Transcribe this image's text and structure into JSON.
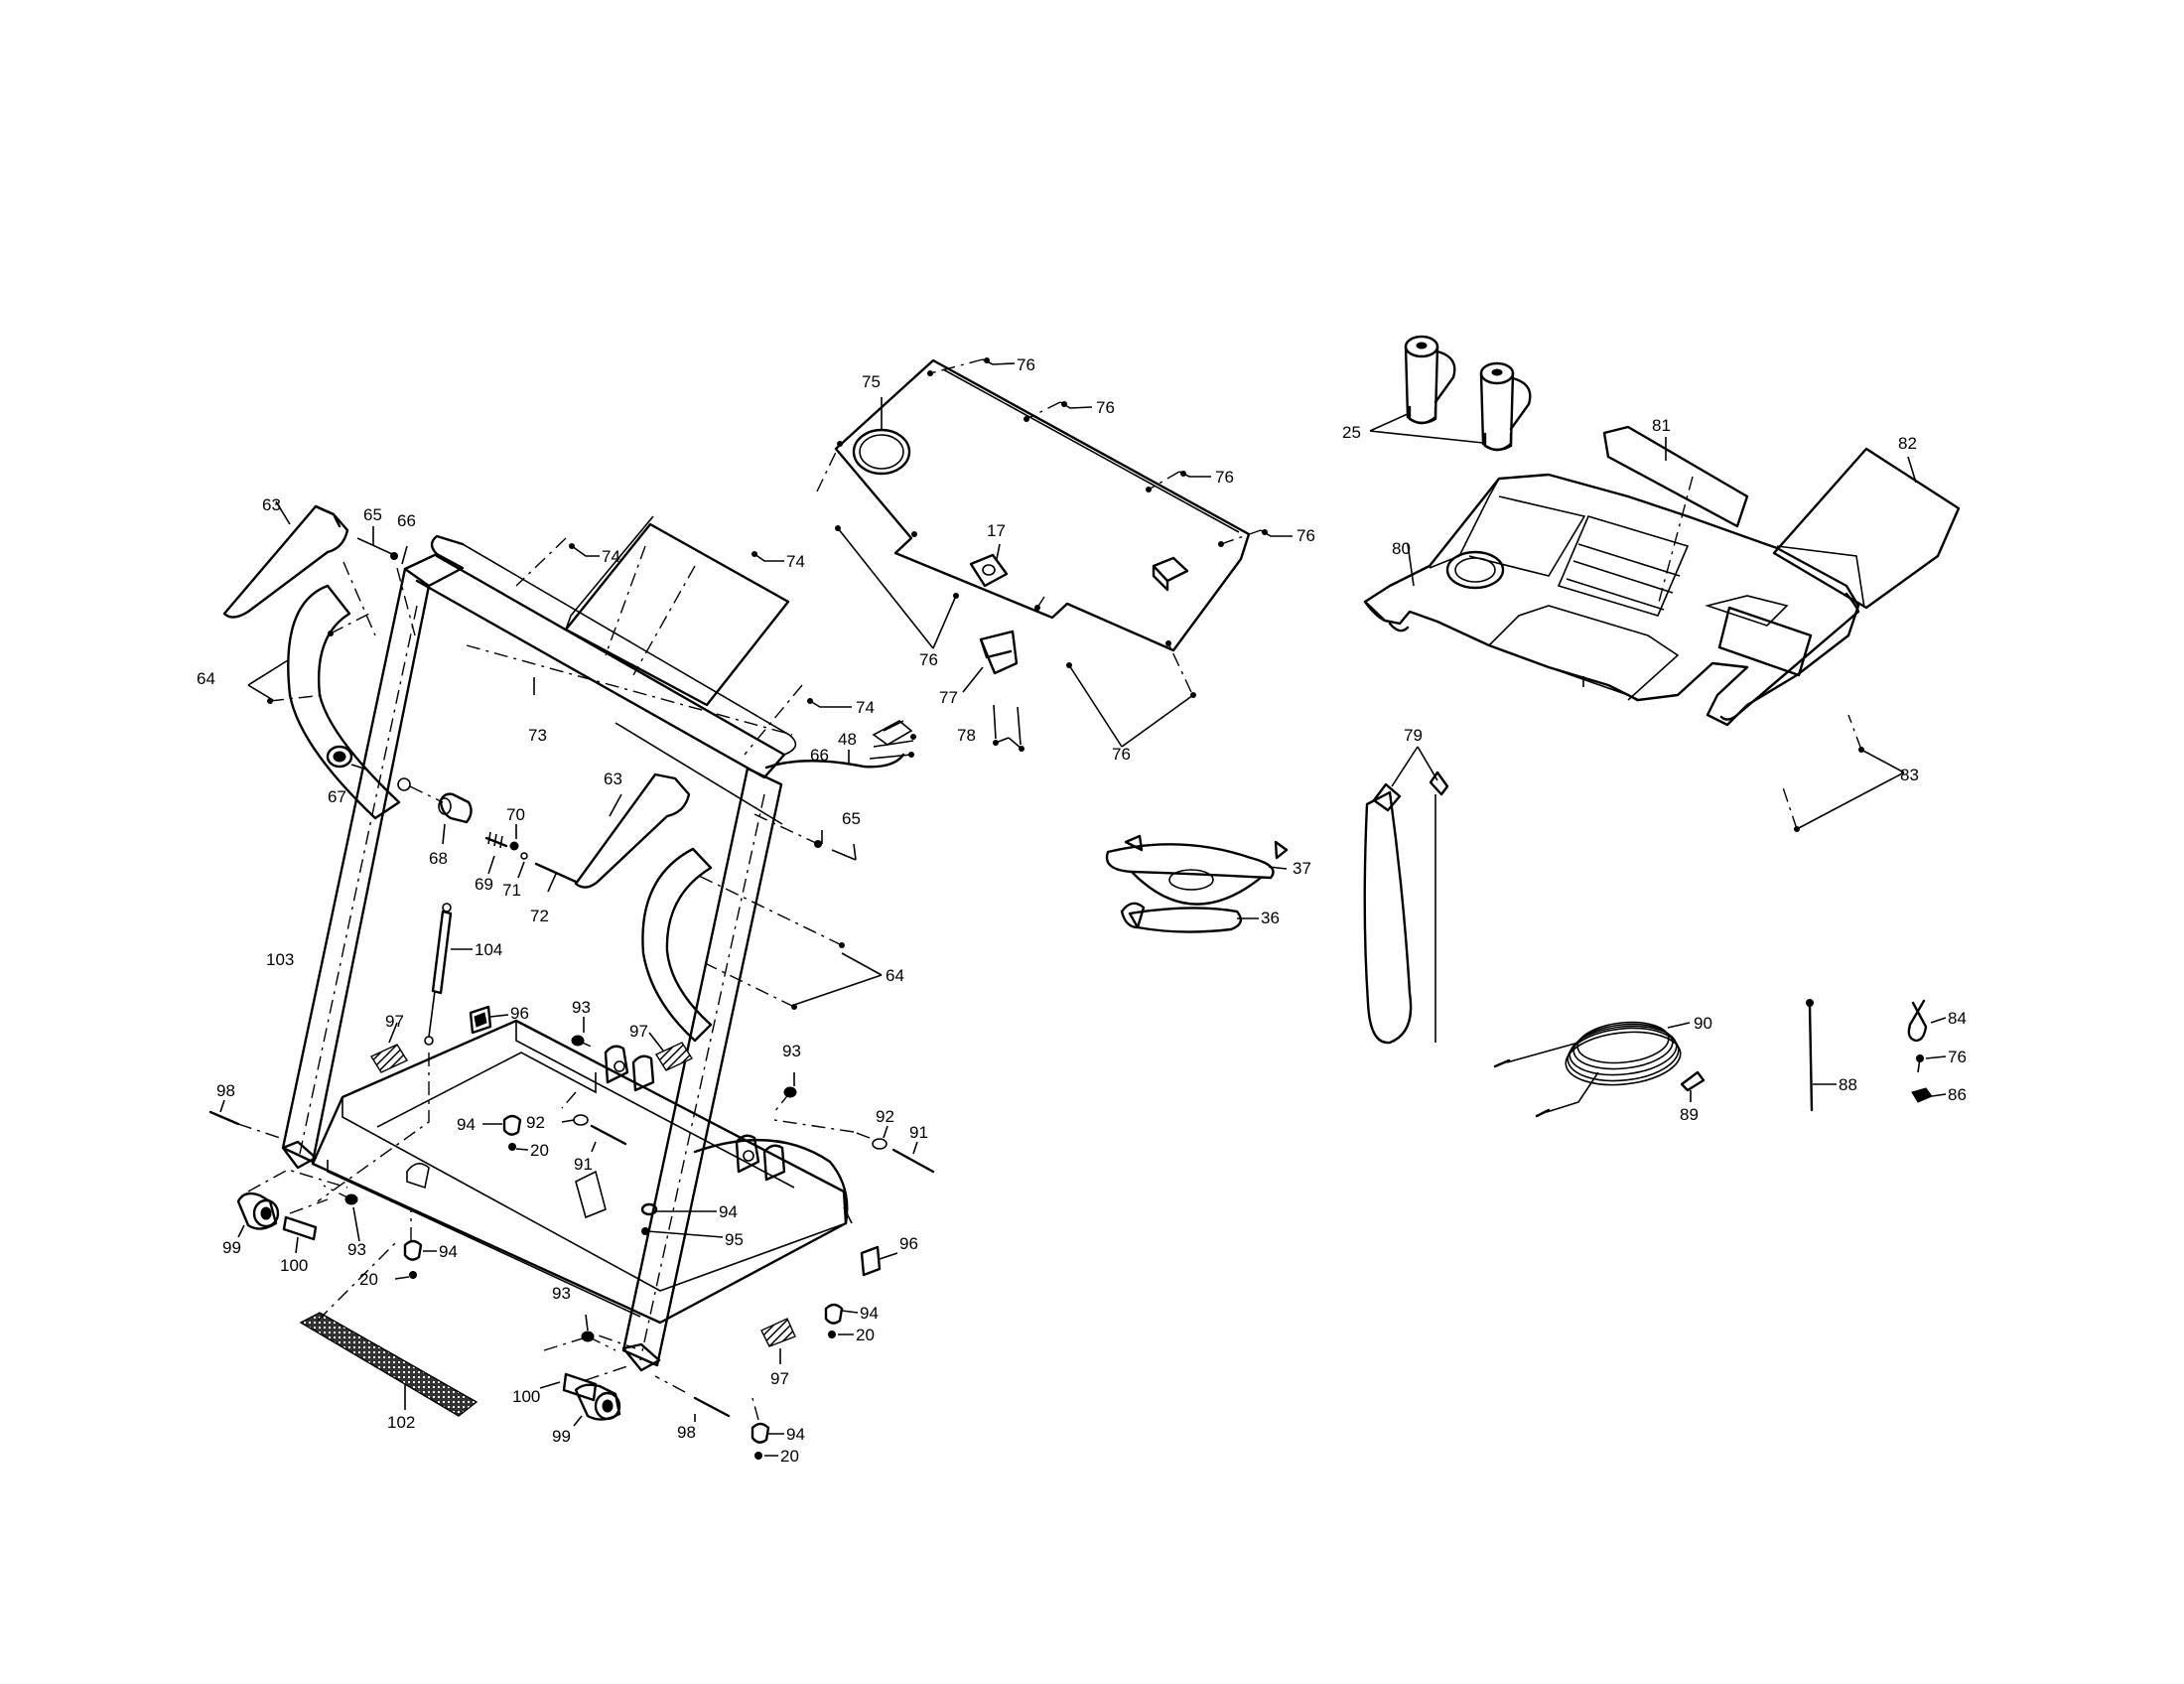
{
  "callouts": [
    {
      "id": "c76a",
      "text": "76"
    },
    {
      "id": "c76b",
      "text": "76"
    },
    {
      "id": "c76c",
      "text": "76"
    },
    {
      "id": "c76d",
      "text": "76"
    },
    {
      "id": "c76e",
      "text": "76"
    },
    {
      "id": "c76f",
      "text": "76"
    },
    {
      "id": "c76g",
      "text": "76"
    },
    {
      "id": "c75",
      "text": "75"
    },
    {
      "id": "c17",
      "text": "17"
    },
    {
      "id": "c77",
      "text": "77"
    },
    {
      "id": "c78",
      "text": "78"
    },
    {
      "id": "c25",
      "text": "25"
    },
    {
      "id": "c81",
      "text": "81"
    },
    {
      "id": "c82",
      "text": "82"
    },
    {
      "id": "c80",
      "text": "80"
    },
    {
      "id": "c83",
      "text": "83"
    },
    {
      "id": "c79",
      "text": "79"
    },
    {
      "id": "c37",
      "text": "37"
    },
    {
      "id": "c36",
      "text": "36"
    },
    {
      "id": "c90",
      "text": "90"
    },
    {
      "id": "c89",
      "text": "89"
    },
    {
      "id": "c88",
      "text": "88"
    },
    {
      "id": "c84",
      "text": "84"
    },
    {
      "id": "c86",
      "text": "86"
    },
    {
      "id": "c63a",
      "text": "63"
    },
    {
      "id": "c63b",
      "text": "63"
    },
    {
      "id": "c65a",
      "text": "65"
    },
    {
      "id": "c65b",
      "text": "65"
    },
    {
      "id": "c66a",
      "text": "66"
    },
    {
      "id": "c66b",
      "text": "66"
    },
    {
      "id": "c64a",
      "text": "64"
    },
    {
      "id": "c64b",
      "text": "64"
    },
    {
      "id": "c74a",
      "text": "74"
    },
    {
      "id": "c74b",
      "text": "74"
    },
    {
      "id": "c74c",
      "text": "74"
    },
    {
      "id": "c73",
      "text": "73"
    },
    {
      "id": "c48",
      "text": "48"
    },
    {
      "id": "c67",
      "text": "67"
    },
    {
      "id": "c68",
      "text": "68"
    },
    {
      "id": "c69",
      "text": "69"
    },
    {
      "id": "c70",
      "text": "70"
    },
    {
      "id": "c71",
      "text": "71"
    },
    {
      "id": "c72",
      "text": "72"
    },
    {
      "id": "c103",
      "text": "103"
    },
    {
      "id": "c104",
      "text": "104"
    },
    {
      "id": "c97a",
      "text": "97"
    },
    {
      "id": "c97b",
      "text": "97"
    },
    {
      "id": "c97c",
      "text": "97"
    },
    {
      "id": "c96a",
      "text": "96"
    },
    {
      "id": "c96b",
      "text": "96"
    },
    {
      "id": "c93a",
      "text": "93"
    },
    {
      "id": "c93b",
      "text": "93"
    },
    {
      "id": "c93c",
      "text": "93"
    },
    {
      "id": "c93d",
      "text": "93"
    },
    {
      "id": "c98a",
      "text": "98"
    },
    {
      "id": "c98b",
      "text": "98"
    },
    {
      "id": "c94a",
      "text": "94"
    },
    {
      "id": "c94b",
      "text": "94"
    },
    {
      "id": "c94c",
      "text": "94"
    },
    {
      "id": "c94d",
      "text": "94"
    },
    {
      "id": "c94e",
      "text": "94"
    },
    {
      "id": "c20a",
      "text": "20"
    },
    {
      "id": "c20b",
      "text": "20"
    },
    {
      "id": "c20c",
      "text": "20"
    },
    {
      "id": "c20d",
      "text": "20"
    },
    {
      "id": "c92a",
      "text": "92"
    },
    {
      "id": "c92b",
      "text": "92"
    },
    {
      "id": "c91a",
      "text": "91"
    },
    {
      "id": "c91b",
      "text": "91"
    },
    {
      "id": "c95",
      "text": "95"
    },
    {
      "id": "c99a",
      "text": "99"
    },
    {
      "id": "c99b",
      "text": "99"
    },
    {
      "id": "c100a",
      "text": "100"
    },
    {
      "id": "c100b",
      "text": "100"
    },
    {
      "id": "c102",
      "text": "102"
    }
  ]
}
